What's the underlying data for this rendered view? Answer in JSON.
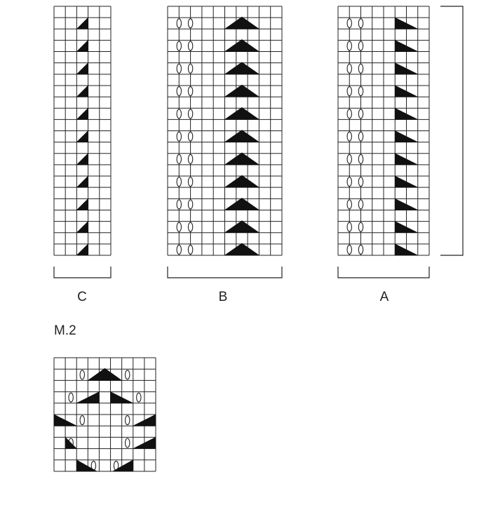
{
  "diagram": {
    "charts": [
      {
        "id": "C",
        "label": "C",
        "cols": 5,
        "rows": 22,
        "pattern": "c"
      },
      {
        "id": "B",
        "label": "B",
        "cols": 10,
        "rows": 22,
        "pattern": "b"
      },
      {
        "id": "A",
        "label": "A",
        "cols": 8,
        "rows": 22,
        "pattern": "a"
      }
    ],
    "motif": {
      "id": "M2",
      "title": "M.2",
      "cols": 9,
      "rows": 10
    },
    "colors": {
      "line": "#222222",
      "fill": "#111111",
      "background": "#ffffff"
    }
  }
}
